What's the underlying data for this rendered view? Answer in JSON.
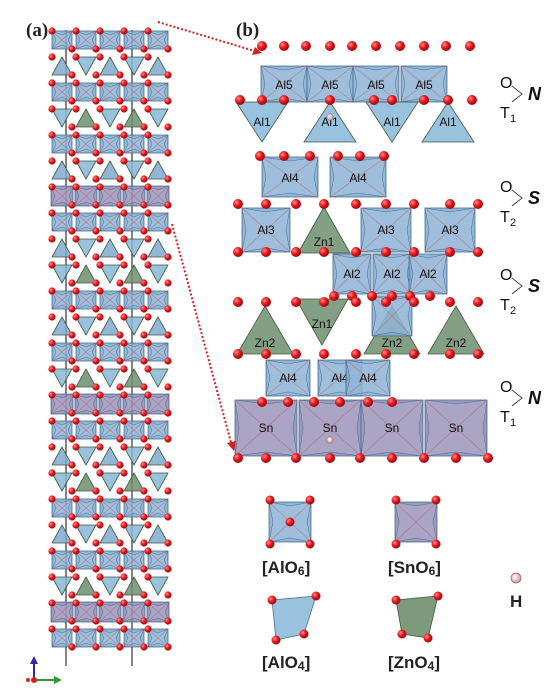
{
  "panels": {
    "a": "(a)",
    "b": "(b)"
  },
  "colors": {
    "AlO6": "#7fa9cf",
    "AlO4": "#86b7d8",
    "ZnO4": "#6f8f6e",
    "SnO6": "#8e86b3",
    "oxygen": "#e3161c",
    "hydrogen": "#e8c8c8",
    "connector": "#d0221f"
  },
  "layers": [
    {
      "labels": [
        "Al5",
        "Al5",
        "Al5",
        "Al5"
      ]
    },
    {
      "labels": [
        "Al1",
        "Al1",
        "Al1",
        "Al1"
      ]
    },
    {
      "labels": [
        "Al4",
        "Al4"
      ]
    },
    {
      "labels": [
        "Al3",
        "Zn1",
        "Al3",
        "Al3"
      ]
    },
    {
      "labels": [
        "Al2",
        "Al2",
        "Al2"
      ]
    },
    {
      "labels": [
        "Zn1"
      ]
    },
    {
      "labels": [
        "Zn2",
        "Zn2",
        "Zn2"
      ]
    },
    {
      "labels": [
        "Al4",
        "Al4",
        "Al4"
      ]
    },
    {
      "labels": [
        "Sn",
        "Sn",
        "Sn",
        "Sn"
      ]
    }
  ],
  "side_annotations": [
    {
      "top": "O",
      "letter": "N",
      "bottom": "T",
      "sub": "1"
    },
    {
      "top": "O",
      "letter": "S",
      "bottom": "T",
      "sub": "2"
    },
    {
      "top": "O",
      "letter": "S",
      "bottom": "T",
      "sub": "2"
    },
    {
      "top": "O",
      "letter": "N",
      "bottom": "T",
      "sub": "1"
    }
  ],
  "legend": {
    "AlO6": {
      "pre": "[AlO",
      "sub": "6",
      "post": "]"
    },
    "SnO6": {
      "pre": "[SnO",
      "sub": "6",
      "post": "]"
    },
    "AlO4": {
      "pre": "[AlO",
      "sub": "4",
      "post": "]"
    },
    "ZnO4": {
      "pre": "[ZnO",
      "sub": "4",
      "post": "]"
    },
    "H": "H"
  }
}
